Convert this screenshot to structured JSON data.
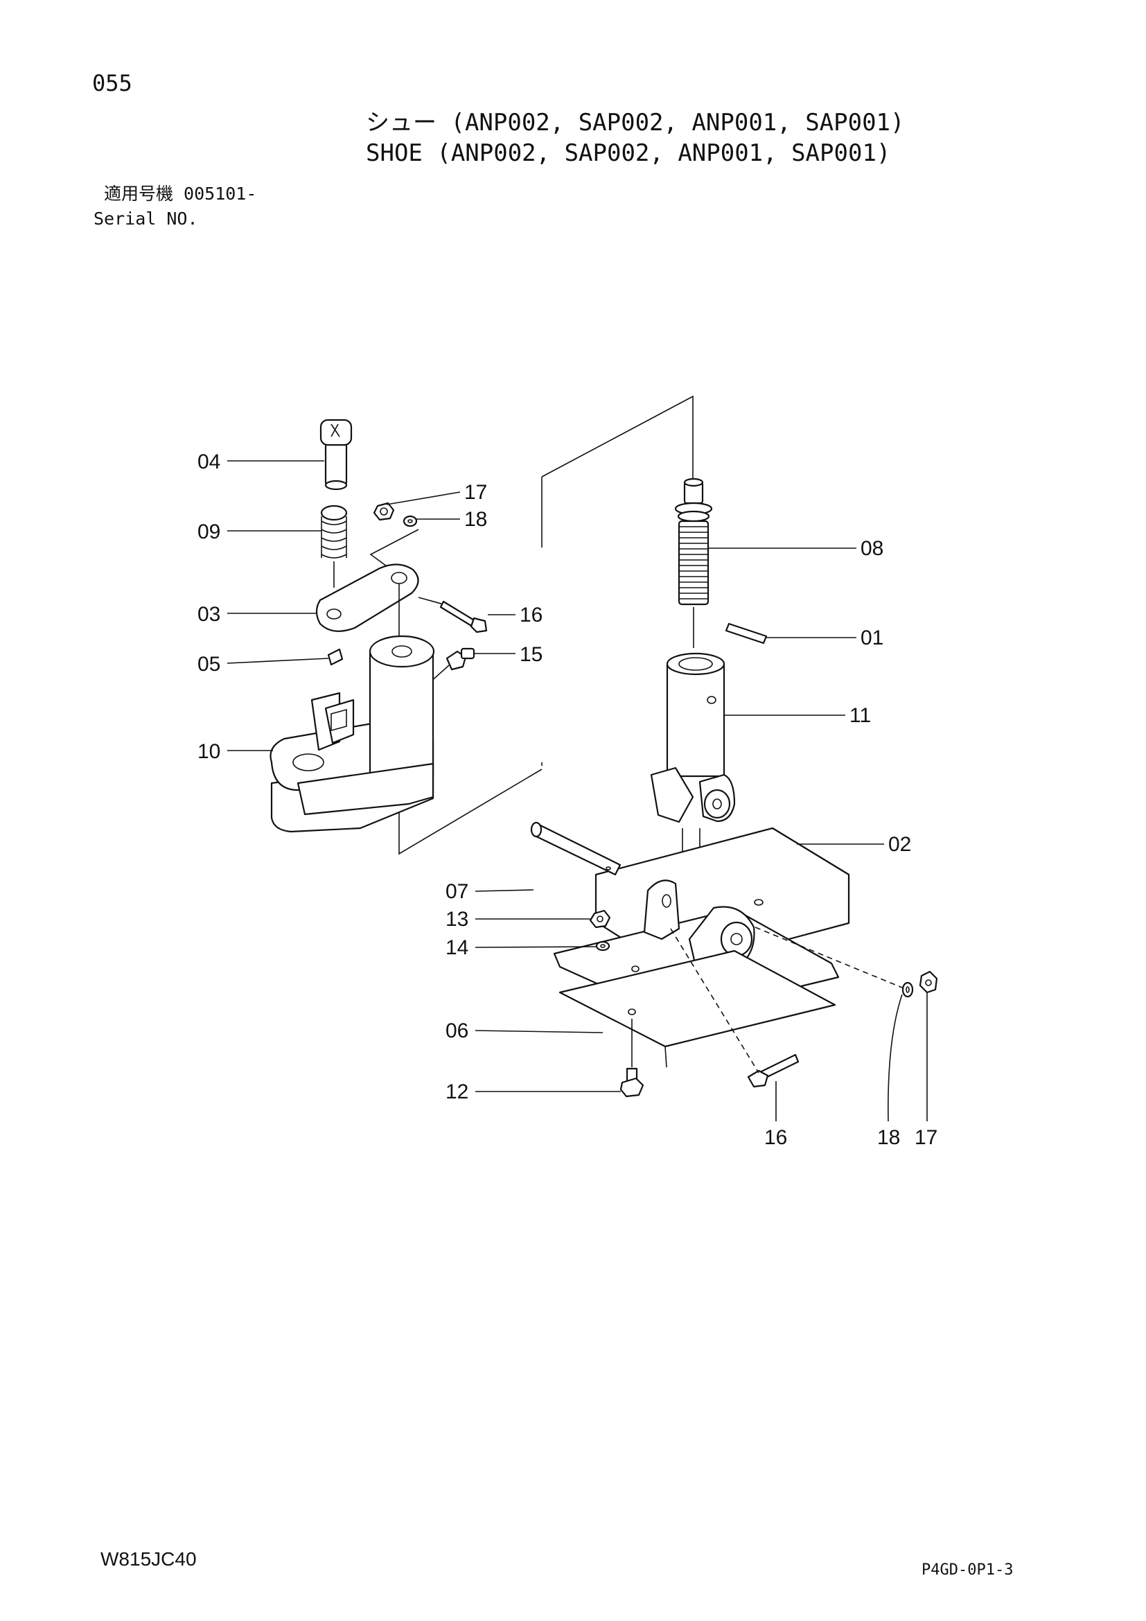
{
  "header": {
    "page_number": "055",
    "title_jp": "シュー (ANP002, SAP002, ANP001, SAP001)",
    "title_en": "SHOE (ANP002, SAP002, ANP001, SAP001)",
    "serial_jp": "適用号機 005101-",
    "serial_en": "Serial NO."
  },
  "callouts": {
    "c04": "04",
    "c09": "09",
    "c03": "03",
    "c05": "05",
    "c10": "10",
    "c17a": "17",
    "c18a": "18",
    "c16a": "16",
    "c15": "15",
    "c08": "08",
    "c01": "01",
    "c11": "11",
    "c02": "02",
    "c07": "07",
    "c13": "13",
    "c14": "14",
    "c06": "06",
    "c12": "12",
    "c16b": "16",
    "c18b": "18",
    "c17b": "17"
  },
  "footer": {
    "drawing_code": "W815JC40",
    "sheet_code": "P4GD-0P1-3"
  }
}
